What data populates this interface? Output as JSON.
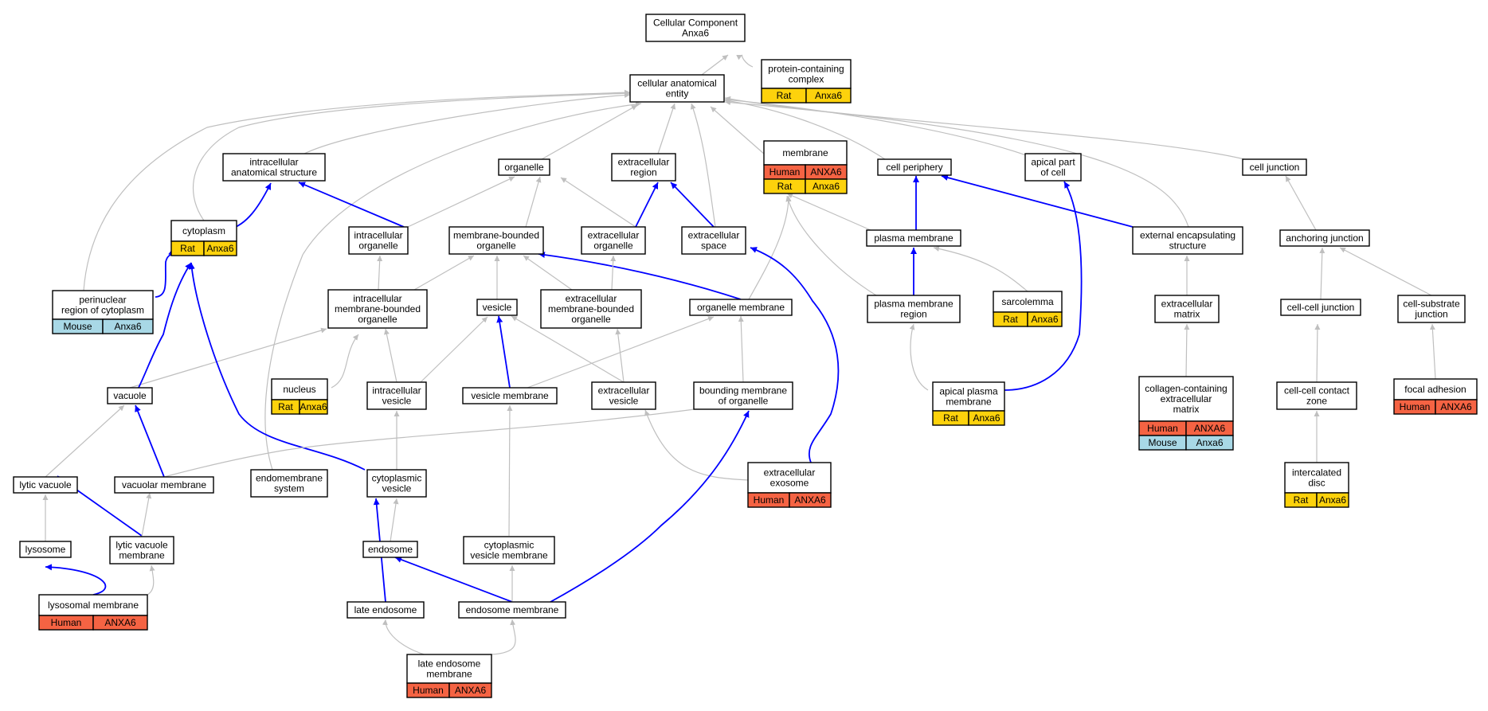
{
  "colors": {
    "human": "#f56343",
    "rat": "#fdd20c",
    "mouse": "#a8d8e6",
    "is_a_edge": "#bfbfbf",
    "part_of_edge": "#0000ff"
  },
  "nodes": {
    "root": {
      "lines": [
        "Cellular Component",
        "Anxa6"
      ]
    },
    "cae": {
      "lines": [
        "cellular anatomical",
        "entity"
      ]
    },
    "pcc": {
      "lines": [
        "protein-containing",
        "complex"
      ],
      "species": [
        [
          "Rat",
          "Anxa6"
        ]
      ]
    },
    "ias": {
      "lines": [
        "intracellular",
        "anatomical structure"
      ]
    },
    "organelle": {
      "lines": [
        "organelle"
      ]
    },
    "ecr": {
      "lines": [
        "extracellular",
        "region"
      ]
    },
    "membrane": {
      "lines": [
        "membrane"
      ],
      "species": [
        [
          "Human",
          "ANXA6"
        ],
        [
          "Rat",
          "Anxa6"
        ]
      ]
    },
    "cp": {
      "lines": [
        "cell periphery"
      ]
    },
    "apc": {
      "lines": [
        "apical part",
        "of cell"
      ]
    },
    "cj": {
      "lines": [
        "cell junction"
      ]
    },
    "cytoplasm": {
      "lines": [
        "cytoplasm"
      ],
      "species": [
        [
          "Rat",
          "Anxa6"
        ]
      ]
    },
    "io": {
      "lines": [
        "intracellular",
        "organelle"
      ]
    },
    "mbo": {
      "lines": [
        "membrane-bounded",
        "organelle"
      ]
    },
    "eco": {
      "lines": [
        "extracellular",
        "organelle"
      ]
    },
    "ecs": {
      "lines": [
        "extracellular",
        "space"
      ]
    },
    "pm": {
      "lines": [
        "plasma membrane"
      ]
    },
    "ees": {
      "lines": [
        "external encapsulating",
        "structure"
      ]
    },
    "aj": {
      "lines": [
        "anchoring junction"
      ]
    },
    "perinuc": {
      "lines": [
        "perinuclear",
        "region of cytoplasm"
      ],
      "species": [
        [
          "Mouse",
          "Anxa6"
        ]
      ]
    },
    "imbo": {
      "lines": [
        "intracellular",
        "membrane-bounded",
        "organelle"
      ]
    },
    "vesicle": {
      "lines": [
        "vesicle"
      ]
    },
    "embo": {
      "lines": [
        "extracellular",
        "membrane-bounded",
        "organelle"
      ]
    },
    "om": {
      "lines": [
        "organelle membrane"
      ]
    },
    "pmr": {
      "lines": [
        "plasma membrane",
        "region"
      ]
    },
    "sarcolemma": {
      "lines": [
        "sarcolemma"
      ],
      "species": [
        [
          "Rat",
          "Anxa6"
        ]
      ]
    },
    "ecm": {
      "lines": [
        "extracellular",
        "matrix"
      ]
    },
    "ccj": {
      "lines": [
        "cell-cell junction"
      ]
    },
    "csj": {
      "lines": [
        "cell-substrate",
        "junction"
      ]
    },
    "vacuole": {
      "lines": [
        "vacuole"
      ]
    },
    "nucleus": {
      "lines": [
        "nucleus"
      ],
      "species": [
        [
          "Rat",
          "Anxa6"
        ]
      ]
    },
    "iv": {
      "lines": [
        "intracellular",
        "vesicle"
      ]
    },
    "vm": {
      "lines": [
        "vesicle membrane"
      ]
    },
    "ev": {
      "lines": [
        "extracellular",
        "vesicle"
      ]
    },
    "bmo": {
      "lines": [
        "bounding membrane",
        "of organelle"
      ]
    },
    "apm": {
      "lines": [
        "apical plasma",
        "membrane"
      ],
      "species": [
        [
          "Rat",
          "Anxa6"
        ]
      ]
    },
    "ccecm": {
      "lines": [
        "collagen-containing",
        "extracellular",
        "matrix"
      ],
      "species": [
        [
          "Human",
          "ANXA6"
        ],
        [
          "Mouse",
          "Anxa6"
        ]
      ]
    },
    "cccz": {
      "lines": [
        "cell-cell contact",
        "zone"
      ]
    },
    "fa": {
      "lines": [
        "focal adhesion"
      ],
      "species": [
        [
          "Human",
          "ANXA6"
        ]
      ]
    },
    "lv": {
      "lines": [
        "lytic vacuole"
      ]
    },
    "vacm": {
      "lines": [
        "vacuolar membrane"
      ]
    },
    "ems": {
      "lines": [
        "endomembrane",
        "system"
      ]
    },
    "cv": {
      "lines": [
        "cytoplasmic",
        "vesicle"
      ]
    },
    "exo": {
      "lines": [
        "extracellular",
        "exosome"
      ],
      "species": [
        [
          "Human",
          "ANXA6"
        ]
      ]
    },
    "id": {
      "lines": [
        "intercalated",
        "disc"
      ],
      "species": [
        [
          "Rat",
          "Anxa6"
        ]
      ]
    },
    "lysosome": {
      "lines": [
        "lysosome"
      ]
    },
    "lvm": {
      "lines": [
        "lytic vacuole",
        "membrane"
      ]
    },
    "endosome": {
      "lines": [
        "endosome"
      ]
    },
    "cvm": {
      "lines": [
        "cytoplasmic",
        "vesicle membrane"
      ]
    },
    "lysm": {
      "lines": [
        "lysosomal membrane"
      ],
      "species": [
        [
          "Human",
          "ANXA6"
        ]
      ]
    },
    "le": {
      "lines": [
        "late endosome"
      ]
    },
    "em": {
      "lines": [
        "endosome membrane"
      ]
    },
    "lem": {
      "lines": [
        "late endosome",
        "membrane"
      ],
      "species": [
        [
          "Human",
          "ANXA6"
        ]
      ]
    }
  },
  "edges": [
    {
      "from": "cae",
      "to": "root",
      "kind": "is_a"
    },
    {
      "from": "pcc",
      "to": "root",
      "kind": "is_a"
    },
    {
      "from": "ias",
      "to": "cae",
      "kind": "is_a"
    },
    {
      "from": "organelle",
      "to": "cae",
      "kind": "is_a"
    },
    {
      "from": "ecr",
      "to": "cae",
      "kind": "is_a"
    },
    {
      "from": "membrane",
      "to": "cae",
      "kind": "is_a"
    },
    {
      "from": "cp",
      "to": "cae",
      "kind": "is_a"
    },
    {
      "from": "apc",
      "to": "cae",
      "kind": "is_a"
    },
    {
      "from": "cj",
      "to": "cae",
      "kind": "is_a"
    },
    {
      "from": "cytoplasm",
      "to": "cae",
      "kind": "is_a"
    },
    {
      "from": "perinuc",
      "to": "cae",
      "kind": "is_a"
    },
    {
      "from": "ecs",
      "to": "cae",
      "kind": "is_a"
    },
    {
      "from": "ees",
      "to": "cae",
      "kind": "is_a"
    },
    {
      "from": "ems",
      "to": "cae",
      "kind": "is_a"
    },
    {
      "from": "cytoplasm",
      "to": "ias",
      "kind": "part_of"
    },
    {
      "from": "io",
      "to": "ias",
      "kind": "part_of"
    },
    {
      "from": "io",
      "to": "organelle",
      "kind": "is_a"
    },
    {
      "from": "mbo",
      "to": "organelle",
      "kind": "is_a"
    },
    {
      "from": "eco",
      "to": "organelle",
      "kind": "is_a"
    },
    {
      "from": "eco",
      "to": "ecr",
      "kind": "part_of"
    },
    {
      "from": "ecs",
      "to": "ecr",
      "kind": "part_of"
    },
    {
      "from": "pm",
      "to": "membrane",
      "kind": "is_a"
    },
    {
      "from": "pmr",
      "to": "membrane",
      "kind": "is_a"
    },
    {
      "from": "om",
      "to": "membrane",
      "kind": "is_a"
    },
    {
      "from": "pm",
      "to": "cp",
      "kind": "part_of"
    },
    {
      "from": "ees",
      "to": "cp",
      "kind": "part_of"
    },
    {
      "from": "apm",
      "to": "apc",
      "kind": "part_of"
    },
    {
      "from": "aj",
      "to": "cj",
      "kind": "is_a"
    },
    {
      "from": "perinuc",
      "to": "cytoplasm",
      "kind": "part_of"
    },
    {
      "from": "imbo",
      "to": "io",
      "kind": "is_a"
    },
    {
      "from": "imbo",
      "to": "mbo",
      "kind": "is_a"
    },
    {
      "from": "vesicle",
      "to": "mbo",
      "kind": "is_a"
    },
    {
      "from": "embo",
      "to": "mbo",
      "kind": "is_a"
    },
    {
      "from": "om",
      "to": "mbo",
      "kind": "part_of"
    },
    {
      "from": "embo",
      "to": "eco",
      "kind": "is_a"
    },
    {
      "from": "exo",
      "to": "ecs",
      "kind": "part_of"
    },
    {
      "from": "pmr",
      "to": "pm",
      "kind": "part_of"
    },
    {
      "from": "sarcolemma",
      "to": "pm",
      "kind": "is_a"
    },
    {
      "from": "ecm",
      "to": "ees",
      "kind": "is_a"
    },
    {
      "from": "ccj",
      "to": "aj",
      "kind": "is_a"
    },
    {
      "from": "csj",
      "to": "aj",
      "kind": "is_a"
    },
    {
      "from": "vacuole",
      "to": "imbo",
      "kind": "is_a"
    },
    {
      "from": "nucleus",
      "to": "imbo",
      "kind": "is_a"
    },
    {
      "from": "iv",
      "to": "imbo",
      "kind": "is_a"
    },
    {
      "from": "iv",
      "to": "vesicle",
      "kind": "is_a"
    },
    {
      "from": "vm",
      "to": "vesicle",
      "kind": "part_of"
    },
    {
      "from": "ev",
      "to": "vesicle",
      "kind": "is_a"
    },
    {
      "from": "ev",
      "to": "embo",
      "kind": "is_a"
    },
    {
      "from": "vm",
      "to": "om",
      "kind": "is_a"
    },
    {
      "from": "bmo",
      "to": "om",
      "kind": "is_a"
    },
    {
      "from": "apm",
      "to": "pmr",
      "kind": "is_a"
    },
    {
      "from": "ccecm",
      "to": "ecm",
      "kind": "is_a"
    },
    {
      "from": "cccz",
      "to": "ccj",
      "kind": "is_a"
    },
    {
      "from": "fa",
      "to": "csj",
      "kind": "is_a"
    },
    {
      "from": "vacuole",
      "to": "cytoplasm",
      "kind": "part_of"
    },
    {
      "from": "cv",
      "to": "cytoplasm",
      "kind": "part_of"
    },
    {
      "from": "lv",
      "to": "vacuole",
      "kind": "is_a"
    },
    {
      "from": "vacm",
      "to": "vacuole",
      "kind": "part_of"
    },
    {
      "from": "vacm",
      "to": "bmo",
      "kind": "is_a"
    },
    {
      "from": "exo",
      "to": "ev",
      "kind": "is_a"
    },
    {
      "from": "cv",
      "to": "iv",
      "kind": "is_a"
    },
    {
      "from": "cvm",
      "to": "vm",
      "kind": "is_a"
    },
    {
      "from": "id",
      "to": "cccz",
      "kind": "is_a"
    },
    {
      "from": "lysosome",
      "to": "lv",
      "kind": "is_a"
    },
    {
      "from": "lvm",
      "to": "lv",
      "kind": "part_of"
    },
    {
      "from": "lvm",
      "to": "vacm",
      "kind": "is_a"
    },
    {
      "from": "endosome",
      "to": "ems",
      "kind": "part_of"
    },
    {
      "from": "endosome",
      "to": "cv",
      "kind": "is_a"
    },
    {
      "from": "cvm",
      "to": "cv",
      "kind": "part_of"
    },
    {
      "from": "lysm",
      "to": "lysosome",
      "kind": "part_of"
    },
    {
      "from": "lysm",
      "to": "lvm",
      "kind": "is_a"
    },
    {
      "from": "le",
      "to": "endosome",
      "kind": "is_a"
    },
    {
      "from": "em",
      "to": "endosome",
      "kind": "part_of"
    },
    {
      "from": "em",
      "to": "cvm",
      "kind": "is_a"
    },
    {
      "from": "em",
      "to": "bmo",
      "kind": "is_a"
    },
    {
      "from": "lem",
      "to": "le",
      "kind": "part_of"
    },
    {
      "from": "lem",
      "to": "em",
      "kind": "is_a"
    }
  ]
}
